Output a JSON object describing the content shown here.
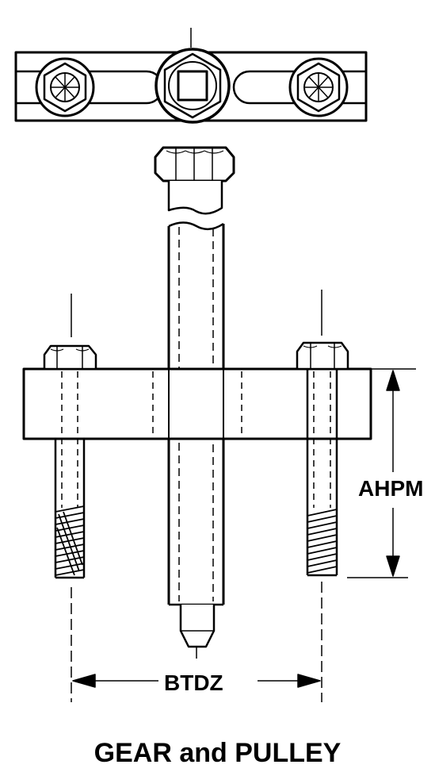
{
  "diagram": {
    "caption": "GEAR and PULLEY",
    "dimensions": {
      "height_label": "AHPM",
      "width_label": "BTDZ"
    },
    "colors": {
      "ink": "#000000",
      "paper": "#ffffff"
    }
  }
}
